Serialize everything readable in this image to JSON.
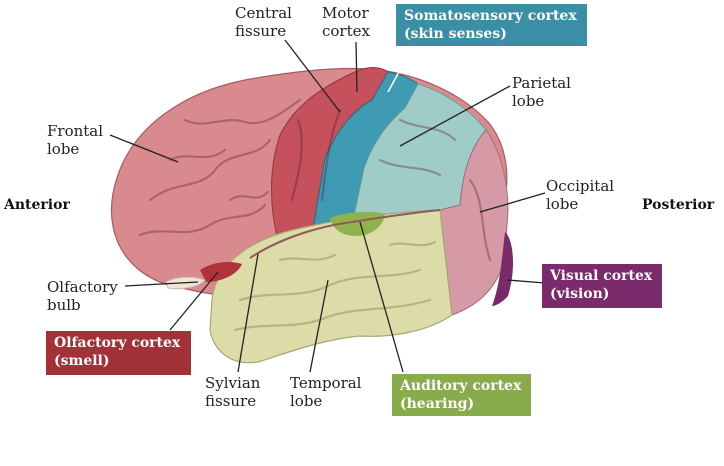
{
  "labels": {
    "central_fissure": "Central\nfissure",
    "motor_cortex": "Motor\ncortex",
    "parietal_lobe": "Parietal\nlobe",
    "frontal_lobe": "Frontal\nlobe",
    "occipital_lobe": "Occipital\nlobe",
    "anterior": "Anterior",
    "posterior": "Posterior",
    "olfactory_bulb": "Olfactory\nbulb",
    "sylvian_fissure": "Sylvian\nfissure",
    "temporal_lobe": "Temporal\nlobe"
  },
  "boxes": {
    "somatosensory": "Somatosensory cortex\n(skin senses)",
    "visual": "Visual cortex\n(vision)",
    "olfactory": "Olfactory cortex\n(smell)",
    "auditory": "Auditory cortex\n(hearing)"
  },
  "colors": {
    "frontal": "#d98a8f",
    "motor": "#c4515c",
    "somatosensory": "#3f9ab4",
    "parietal": "#9fcbc8",
    "occipital": "#d59aa6",
    "temporal": "#dcdca9",
    "visual": "#7a2a6a",
    "olfactory": "#b0323b",
    "auditory": "#8fb34a",
    "box_somatosensory": "#3a8fa6",
    "box_visual": "#7b2b6b",
    "box_olfactory": "#a33238",
    "box_auditory": "#8aab4c"
  }
}
